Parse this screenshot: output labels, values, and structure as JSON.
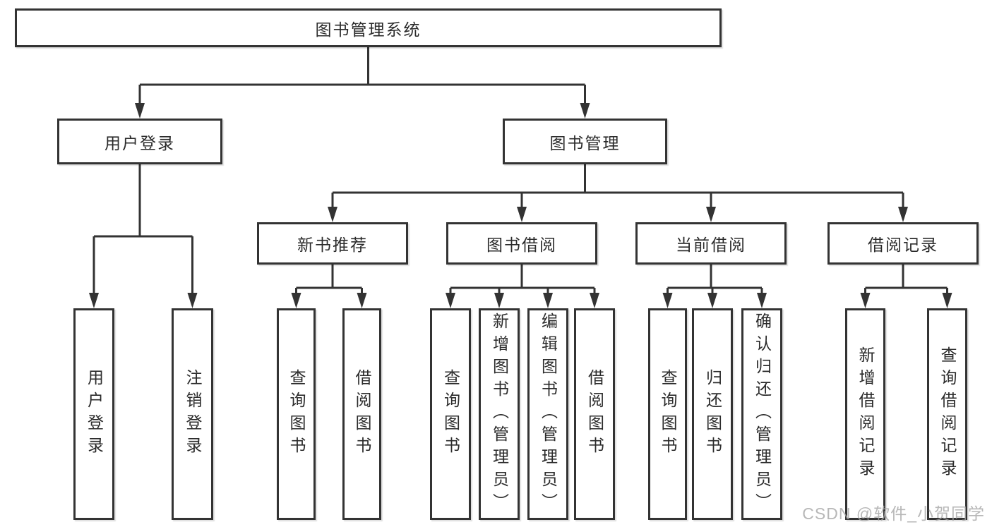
{
  "title": "图书管理系统",
  "watermark": "CSDN @软件_小贺同学",
  "colors": {
    "line": "#333333",
    "text": "#2b2b2b",
    "background": "#ffffff",
    "watermark": "#a5a5a5"
  },
  "branches": {
    "user_login": {
      "label": "用户登录",
      "children": [
        {
          "label": "用户登录"
        },
        {
          "label": "注销登录"
        }
      ]
    },
    "book_management": {
      "label": "图书管理",
      "sections": [
        {
          "label": "新书推荐",
          "children": [
            {
              "label": "查询图书"
            },
            {
              "label": "借阅图书"
            }
          ]
        },
        {
          "label": "图书借阅",
          "children": [
            {
              "label": "查询图书"
            },
            {
              "label": "新增图书（管理员）"
            },
            {
              "label": "编辑图书（管理员）"
            },
            {
              "label": "借阅图书"
            }
          ]
        },
        {
          "label": "当前借阅",
          "children": [
            {
              "label": "查询图书"
            },
            {
              "label": "归还图书"
            },
            {
              "label": "确认归还（管理员）"
            }
          ]
        },
        {
          "label": "借阅记录",
          "children": [
            {
              "label": "新增借阅记录"
            },
            {
              "label": "查询借阅记录"
            }
          ]
        }
      ]
    }
  }
}
